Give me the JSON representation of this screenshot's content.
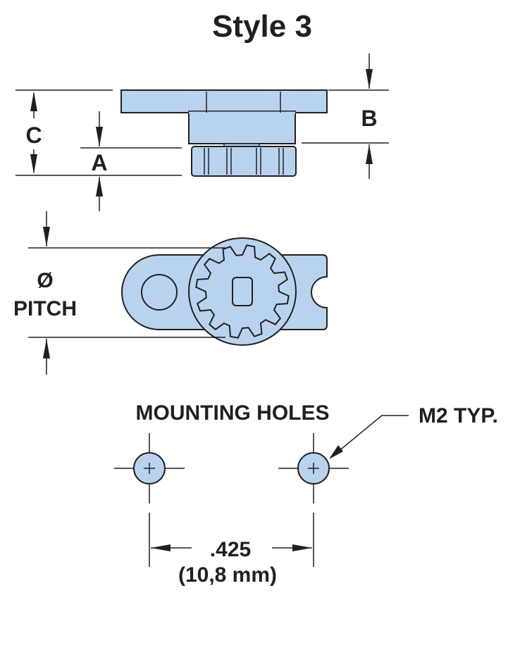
{
  "title": "Style 3",
  "labels": {
    "c": "C",
    "a": "A",
    "b": "B",
    "diameter_symbol": "Ø",
    "pitch": "PITCH",
    "mounting_holes": "MOUNTING HOLES",
    "m2_typ": "M2 TYP.",
    "spacing_in": ".425",
    "spacing_mm": "(10,8 mm)"
  },
  "colors": {
    "part_fill": "#b9d3ef",
    "line": "#231f20",
    "background": "#ffffff"
  }
}
